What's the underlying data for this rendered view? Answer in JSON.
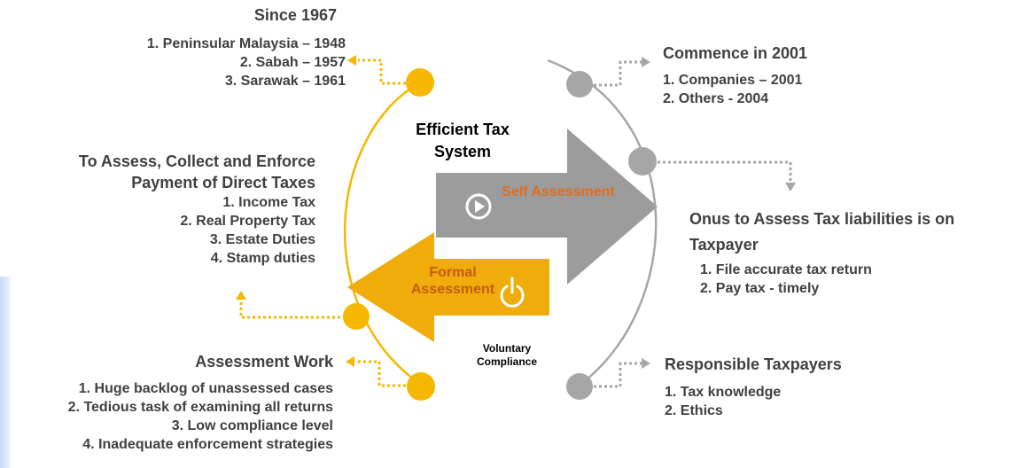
{
  "diagram": {
    "center_title": "Efficient Tax System",
    "center_footer": "Voluntary Compliance",
    "self_assessment": {
      "label": "Self Assessment",
      "icon": "play-circle-icon",
      "color": "#9c9c9c",
      "label_color": "#e36c1d"
    },
    "formal_assessment": {
      "label": "Formal Assessment",
      "icon": "power-icon",
      "color": "#f0ac0a",
      "label_color": "#c55a11"
    },
    "colors": {
      "left_arc": "#f5b700",
      "right_arc": "#a6a6a6",
      "left_dots": "#f5b700",
      "right_dots": "#a6a6a6"
    }
  },
  "left": {
    "since": {
      "heading": "Since 1967",
      "items": [
        "1. Peninsular Malaysia – 1948",
        "2. Sabah – 1957",
        "3. Sarawak – 1961"
      ]
    },
    "assess": {
      "heading_line1": "To Assess, Collect and Enforce",
      "heading_line2": "Payment of Direct Taxes",
      "items": [
        "1. Income Tax",
        "2. Real Property Tax",
        "3. Estate Duties",
        "4. Stamp duties"
      ]
    },
    "work": {
      "heading": "Assessment Work",
      "items": [
        "1. Huge backlog of unassessed cases",
        "2. Tedious task of examining all returns",
        "3. Low compliance level",
        "4. Inadequate enforcement strategies"
      ]
    }
  },
  "right": {
    "commence": {
      "heading": "Commence in 2001",
      "items": [
        "1. Companies – 2001",
        "2. Others - 2004"
      ]
    },
    "onus": {
      "heading_line1": "Onus to Assess Tax liabilities is on",
      "heading_line2": "Taxpayer",
      "items": [
        "1. File accurate tax return",
        "2. Pay tax - timely"
      ]
    },
    "responsible": {
      "heading": "Responsible Taxpayers",
      "items": [
        "1. Tax knowledge",
        "2. Ethics"
      ]
    }
  }
}
